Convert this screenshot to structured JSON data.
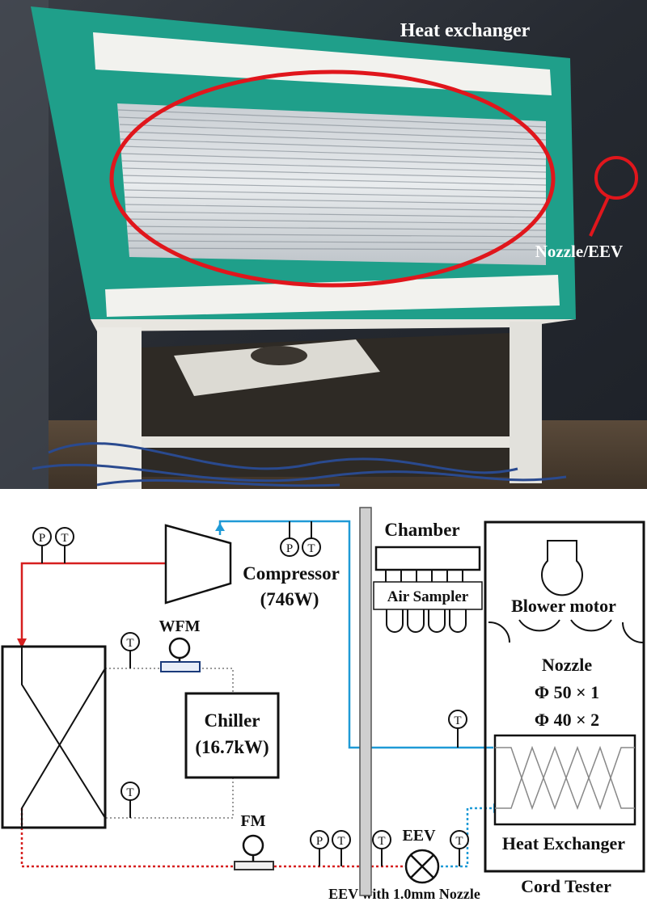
{
  "photo": {
    "heat_exchanger_label": "Heat exchanger",
    "nozzle_label": "Nozzle/EEV"
  },
  "schematic": {
    "sensor_p": "P",
    "sensor_t": "T",
    "compressor_label": "Compressor",
    "compressor_power": "(746W)",
    "chamber_label": "Chamber",
    "air_sampler_label": "Air Sampler",
    "blower_label": "Blower motor",
    "nozzle_label": "Nozzle",
    "nozzle_spec_1": "Φ 50 × 1",
    "nozzle_spec_2": "Φ 40 × 2",
    "wfm_label": "WFM",
    "chiller_label": "Chiller",
    "chiller_power": "(16.7kW)",
    "fm_label": "FM",
    "eev_label": "EEV",
    "heat_exchanger_label": "Heat Exchanger",
    "eev_caption": "EEV with 1.0mm Nozzle",
    "cord_tester_label": "Cord Tester"
  },
  "colors": {
    "photo_background": "#2b3038",
    "housing_green": "#1f9f8a",
    "annotation_red": "#e0161c",
    "refrigerant_red": "#d61f1f",
    "suction_blue": "#1f9ad6",
    "water_gray": "#9a9a9a",
    "line_black": "#111111"
  }
}
